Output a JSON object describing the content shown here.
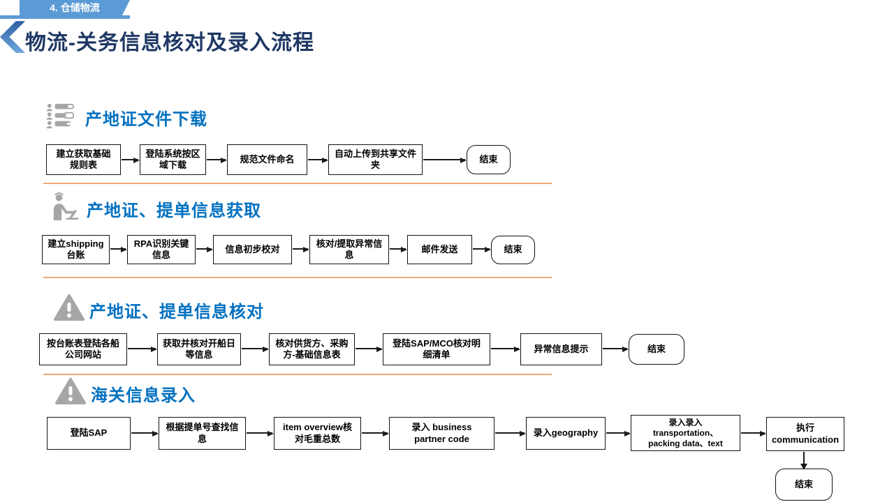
{
  "tab_label": "4. 仓储物流",
  "page_title": "物流-关务信息核对及录入流程",
  "colors": {
    "tab_bg": "#5B9BD5",
    "title": "#1F3864",
    "section_heading": "#0070C0",
    "divider": "#F2A873",
    "icon_gray": "#A6A6A6",
    "box_border": "#111111",
    "arrow": "#1a1a1a"
  },
  "sections": [
    {
      "icon": "list-people-icon",
      "heading": "产地证文件下载",
      "steps": [
        "建立获取基础\n规则表",
        "登陆系统按区\n域下载",
        "规范文件命名",
        "自动上传到共享文件\n夹",
        "结束"
      ]
    },
    {
      "icon": "operator-laptop-icon",
      "heading": "产地证、提单信息获取",
      "steps": [
        "建立shipping\n台账",
        "RPA识别关键\n信息",
        "信息初步校对",
        "核对/提取异常信\n息",
        "邮件发送",
        "结束"
      ]
    },
    {
      "icon": "warning-icon",
      "heading": "产地证、提单信息核对",
      "steps": [
        "按台账表登陆各船\n公司网站",
        "获取并核对开船日\n等信息",
        "核对供货方、采购\n方-基础信息表",
        "登陆SAP/MCO核对明\n细清单",
        "异常信息提示",
        "结束"
      ]
    },
    {
      "icon": "warning-icon",
      "heading": "海关信息录入",
      "steps": [
        "登陆SAP",
        "根据提单号查找信\n息",
        "item overview核\n对毛重总数",
        "录入 business\npartner code",
        "录入geography",
        "录入录入\ntransportation、\npacking data、text",
        "执行\ncommunication",
        "结束"
      ]
    }
  ]
}
